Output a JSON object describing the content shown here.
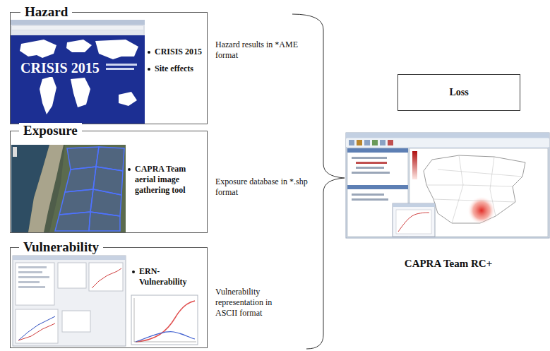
{
  "diagram": {
    "nodes": [
      {
        "text": [
          "Hazard",
          "CRISIS 2015",
          "Site effects"
        ]
      },
      {
        "text": [
          "Exposure",
          "CAPRA Team aerial image gathering tool"
        ]
      },
      {
        "text": [
          "Vulnerability",
          "ERN-Vulnerability"
        ]
      },
      {
        "text": [
          "Loss"
        ]
      }
    ],
    "labels": [
      "CRISIS 2015",
      "Hazard results in *AME format",
      "Exposure database in *.shp format",
      "Vulnerability representation in ASCII format",
      "CAPRA Team RC+"
    ]
  }
}
